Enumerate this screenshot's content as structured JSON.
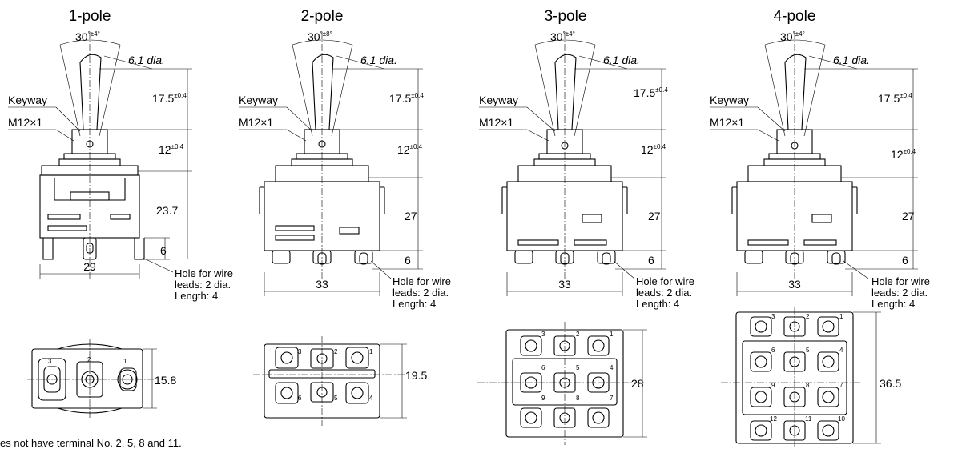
{
  "figure": {
    "switches": [
      {
        "title": "1-pole",
        "angle": {
          "base": "30",
          "tol": "°±4°"
        },
        "lever_dia": "6.1 dia.",
        "lever_length": {
          "base": "17.5",
          "tol": "±0.4"
        },
        "bushing_length": {
          "base": "12",
          "tol": "±0.4"
        },
        "body_height": "23.7",
        "terminal_length": "6",
        "width": "29",
        "keyway": "Keyway",
        "thread": "M12×1",
        "hole_note": [
          "Hole for wire",
          "leads: 2 dia.",
          "Length: 4"
        ],
        "bottom_dim": "15.8"
      },
      {
        "title": "2-pole",
        "angle": {
          "base": "30",
          "tol": "°±8°"
        },
        "lever_dia": "6.1 dia.",
        "lever_length": {
          "base": "17.5",
          "tol": "±0.4"
        },
        "bushing_length": {
          "base": "12",
          "tol": "±0.4"
        },
        "body_height": "27",
        "terminal_length": "6",
        "width": "33",
        "keyway": "Keyway",
        "thread": "M12×1",
        "hole_note": [
          "Hole for wire",
          "leads: 2 dia.",
          "Length: 4"
        ],
        "bottom_dim": "19.5"
      },
      {
        "title": "3-pole",
        "angle": {
          "base": "30",
          "tol": "°±4°"
        },
        "lever_dia": "6.1 dia.",
        "lever_length": {
          "base": "17.5",
          "tol": "±0.4"
        },
        "bushing_length": {
          "base": "12",
          "tol": "±0.4"
        },
        "body_height": "27",
        "terminal_length": "6",
        "width": "33",
        "keyway": "Keyway",
        "thread": "M12×1",
        "hole_note": [
          "Hole for wire",
          "leads: 2 dia.",
          "Length: 4"
        ],
        "bottom_dim": "28"
      },
      {
        "title": "4-pole",
        "angle": {
          "base": "30",
          "tol": "°±4°"
        },
        "lever_dia": "6.1 dia.",
        "lever_length": {
          "base": "17.5",
          "tol": "±0.4"
        },
        "bushing_length": {
          "base": "12",
          "tol": "±0.4"
        },
        "body_height": "27",
        "terminal_length": "6",
        "width": "33",
        "keyway": "Keyway",
        "thread": "M12×1",
        "hole_note": [
          "Hole for wire",
          "leads: 2 dia.",
          "Length: 4"
        ],
        "bottom_dim": "36.5"
      }
    ],
    "terminal_numbers": {
      "pole1": [
        "3",
        "2",
        "1"
      ],
      "pole2": [
        [
          "3",
          "2",
          "1"
        ],
        [
          "6",
          "5",
          "4"
        ]
      ],
      "pole3": [
        [
          "3",
          "2",
          "1"
        ],
        [
          "6",
          "5",
          "4"
        ],
        [
          "9",
          "8",
          "7"
        ]
      ],
      "pole4": [
        [
          "3",
          "2",
          "1"
        ],
        [
          "6",
          "5",
          "4"
        ],
        [
          "9",
          "8",
          "7"
        ],
        [
          "12",
          "11",
          "10"
        ]
      ]
    },
    "footnote": "es not have terminal No. 2, 5, 8 and 11."
  }
}
